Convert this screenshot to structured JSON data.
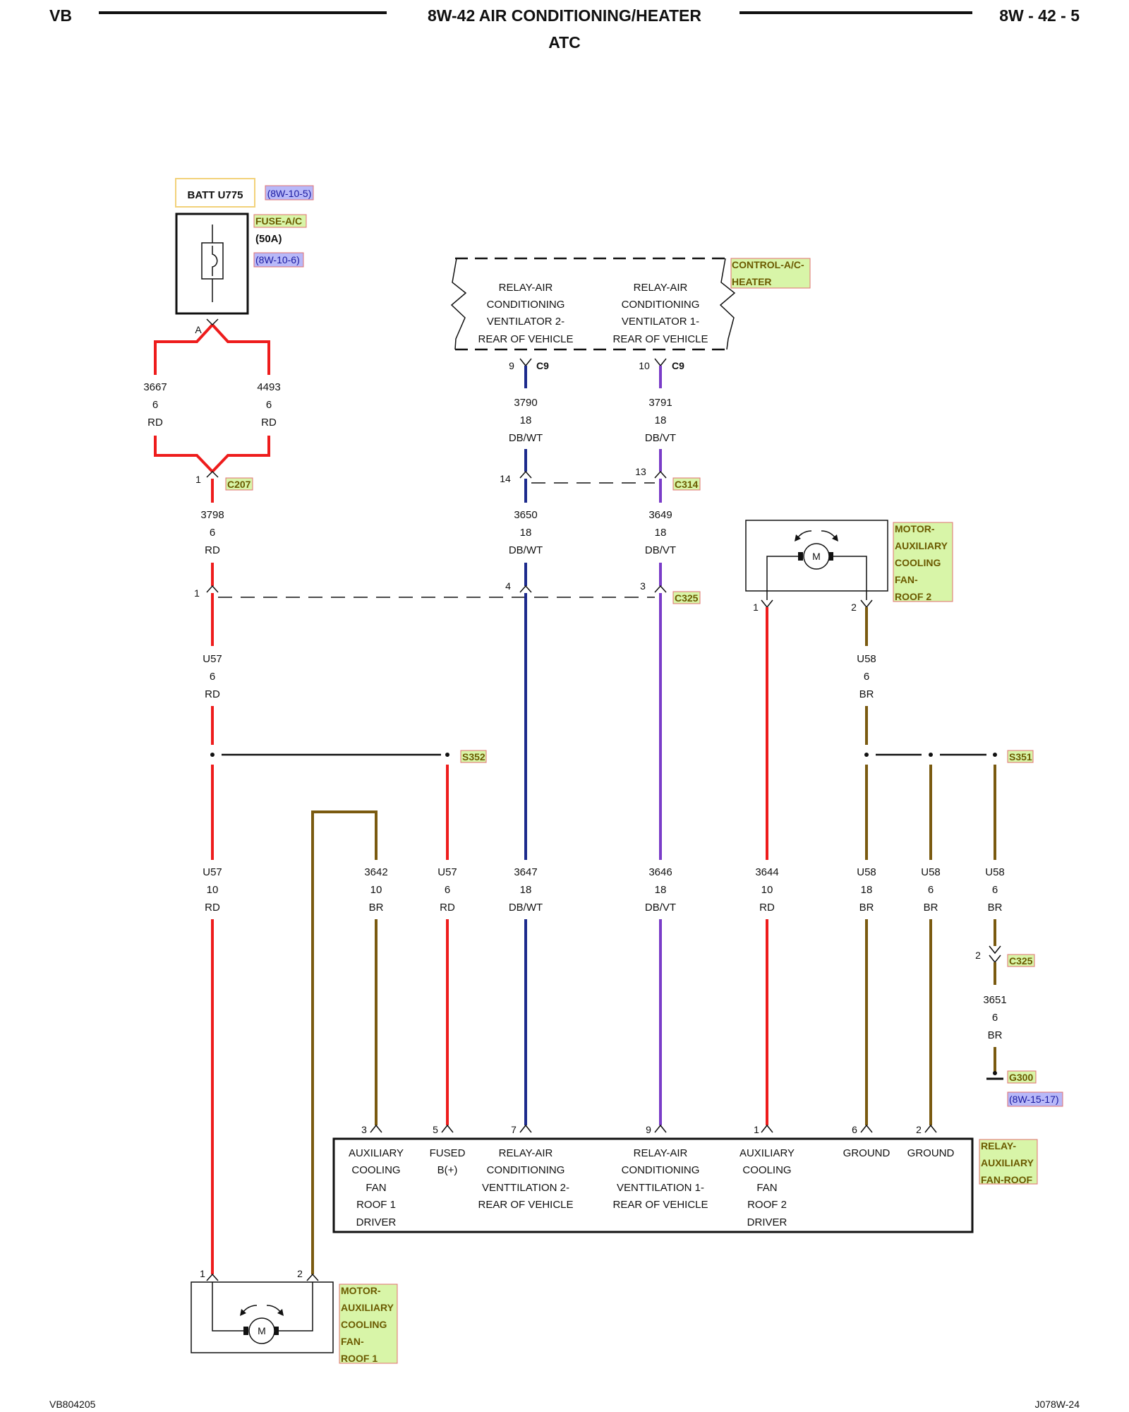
{
  "header": {
    "left": "VB",
    "title": "8W-42 AIR CONDITIONING/HEATER",
    "subtitle": "ATC",
    "right": "8W - 42 - 5"
  },
  "footer": {
    "left": "VB804205",
    "right": "J078W-24"
  },
  "batt": {
    "label": "BATT U775",
    "ref": "(8W-10-5)"
  },
  "fuse": {
    "name": "FUSE-A/C",
    "rating": "(50A)",
    "ref": "(8W-10-6)",
    "pin": "A"
  },
  "control": {
    "name_line1": "CONTROL-A/C-",
    "name_line2": "HEATER",
    "relay2": [
      "RELAY-AIR",
      "CONDITIONING",
      "VENTILATOR 2-",
      "REAR OF VEHICLE"
    ],
    "relay1": [
      "RELAY-AIR",
      "CONDITIONING",
      "VENTILATOR 1-",
      "REAR OF VEHICLE"
    ],
    "pin_a": "9",
    "pin_b": "10",
    "connector": "C9"
  },
  "wires": {
    "w3667": [
      "3667",
      "6",
      "RD"
    ],
    "w4493": [
      "4493",
      "6",
      "RD"
    ],
    "w3790": [
      "3790",
      "18",
      "DB/WT"
    ],
    "w3791": [
      "3791",
      "18",
      "DB/VT"
    ],
    "w3798": [
      "3798",
      "6",
      "RD"
    ],
    "w3650": [
      "3650",
      "18",
      "DB/WT"
    ],
    "w3649": [
      "3649",
      "18",
      "DB/VT"
    ],
    "wU57a": [
      "U57",
      "6",
      "RD"
    ],
    "wU58a": [
      "U58",
      "6",
      "BR"
    ],
    "wU57b": [
      "U57",
      "10",
      "RD"
    ],
    "w3642": [
      "3642",
      "10",
      "BR"
    ],
    "wU57c": [
      "U57",
      "6",
      "RD"
    ],
    "w3647": [
      "3647",
      "18",
      "DB/WT"
    ],
    "w3646": [
      "3646",
      "18",
      "DB/VT"
    ],
    "w3644": [
      "3644",
      "10",
      "RD"
    ],
    "wU58b": [
      "U58",
      "18",
      "BR"
    ],
    "wU58c": [
      "U58",
      "6",
      "BR"
    ],
    "wU58d": [
      "U58",
      "6",
      "BR"
    ],
    "w3651": [
      "3651",
      "6",
      "BR"
    ]
  },
  "connectors": {
    "c207": "C207",
    "c207_pin": "1",
    "c314": "C314",
    "c314_pin_a": "14",
    "c314_pin_b": "13",
    "c325": "C325",
    "c325_pin_1": "1",
    "c325_pin_4": "4",
    "c325_pin_3": "3",
    "c325_pin_2": "2"
  },
  "splices": {
    "s352": "S352",
    "s351": "S351"
  },
  "ground": {
    "name": "G300",
    "ref": "(8W-15-17)"
  },
  "motor2": {
    "name": [
      "MOTOR-",
      "AUXILIARY",
      "COOLING",
      "FAN-",
      "ROOF 2"
    ],
    "pin1": "1",
    "pin2": "2",
    "symbol": "M"
  },
  "motor1": {
    "name": [
      "MOTOR-",
      "AUXILIARY",
      "COOLING",
      "FAN-",
      "ROOF 1"
    ],
    "pin1": "1",
    "pin2": "2",
    "symbol": "M"
  },
  "relay": {
    "name": [
      "RELAY-",
      "AUXILIARY",
      "FAN-ROOF"
    ],
    "pins": [
      "3",
      "5",
      "7",
      "9",
      "1",
      "6",
      "2"
    ],
    "col1": [
      "AUXILIARY",
      "COOLING",
      "FAN",
      "ROOF 1",
      "DRIVER"
    ],
    "col2": [
      "FUSED",
      "B(+)"
    ],
    "col3": [
      "RELAY-AIR",
      "CONDITIONING",
      "VENTTILATION 2-",
      "REAR OF VEHICLE"
    ],
    "col4": [
      "RELAY-AIR",
      "CONDITIONING",
      "VENTTILATION 1-",
      "REAR OF VEHICLE"
    ],
    "col5": [
      "AUXILIARY",
      "COOLING",
      "FAN",
      "ROOF 2",
      "DRIVER"
    ],
    "col6": [
      "GROUND"
    ],
    "col7": [
      "GROUND"
    ]
  },
  "colors": {
    "red": "#ee1c1c",
    "brown": "#7a5a10",
    "darkblue": "#1c2a8c",
    "violet": "#7a3cc8",
    "tag_fill": "#d8f5a8",
    "ref_fill": "#b8b8f8"
  }
}
